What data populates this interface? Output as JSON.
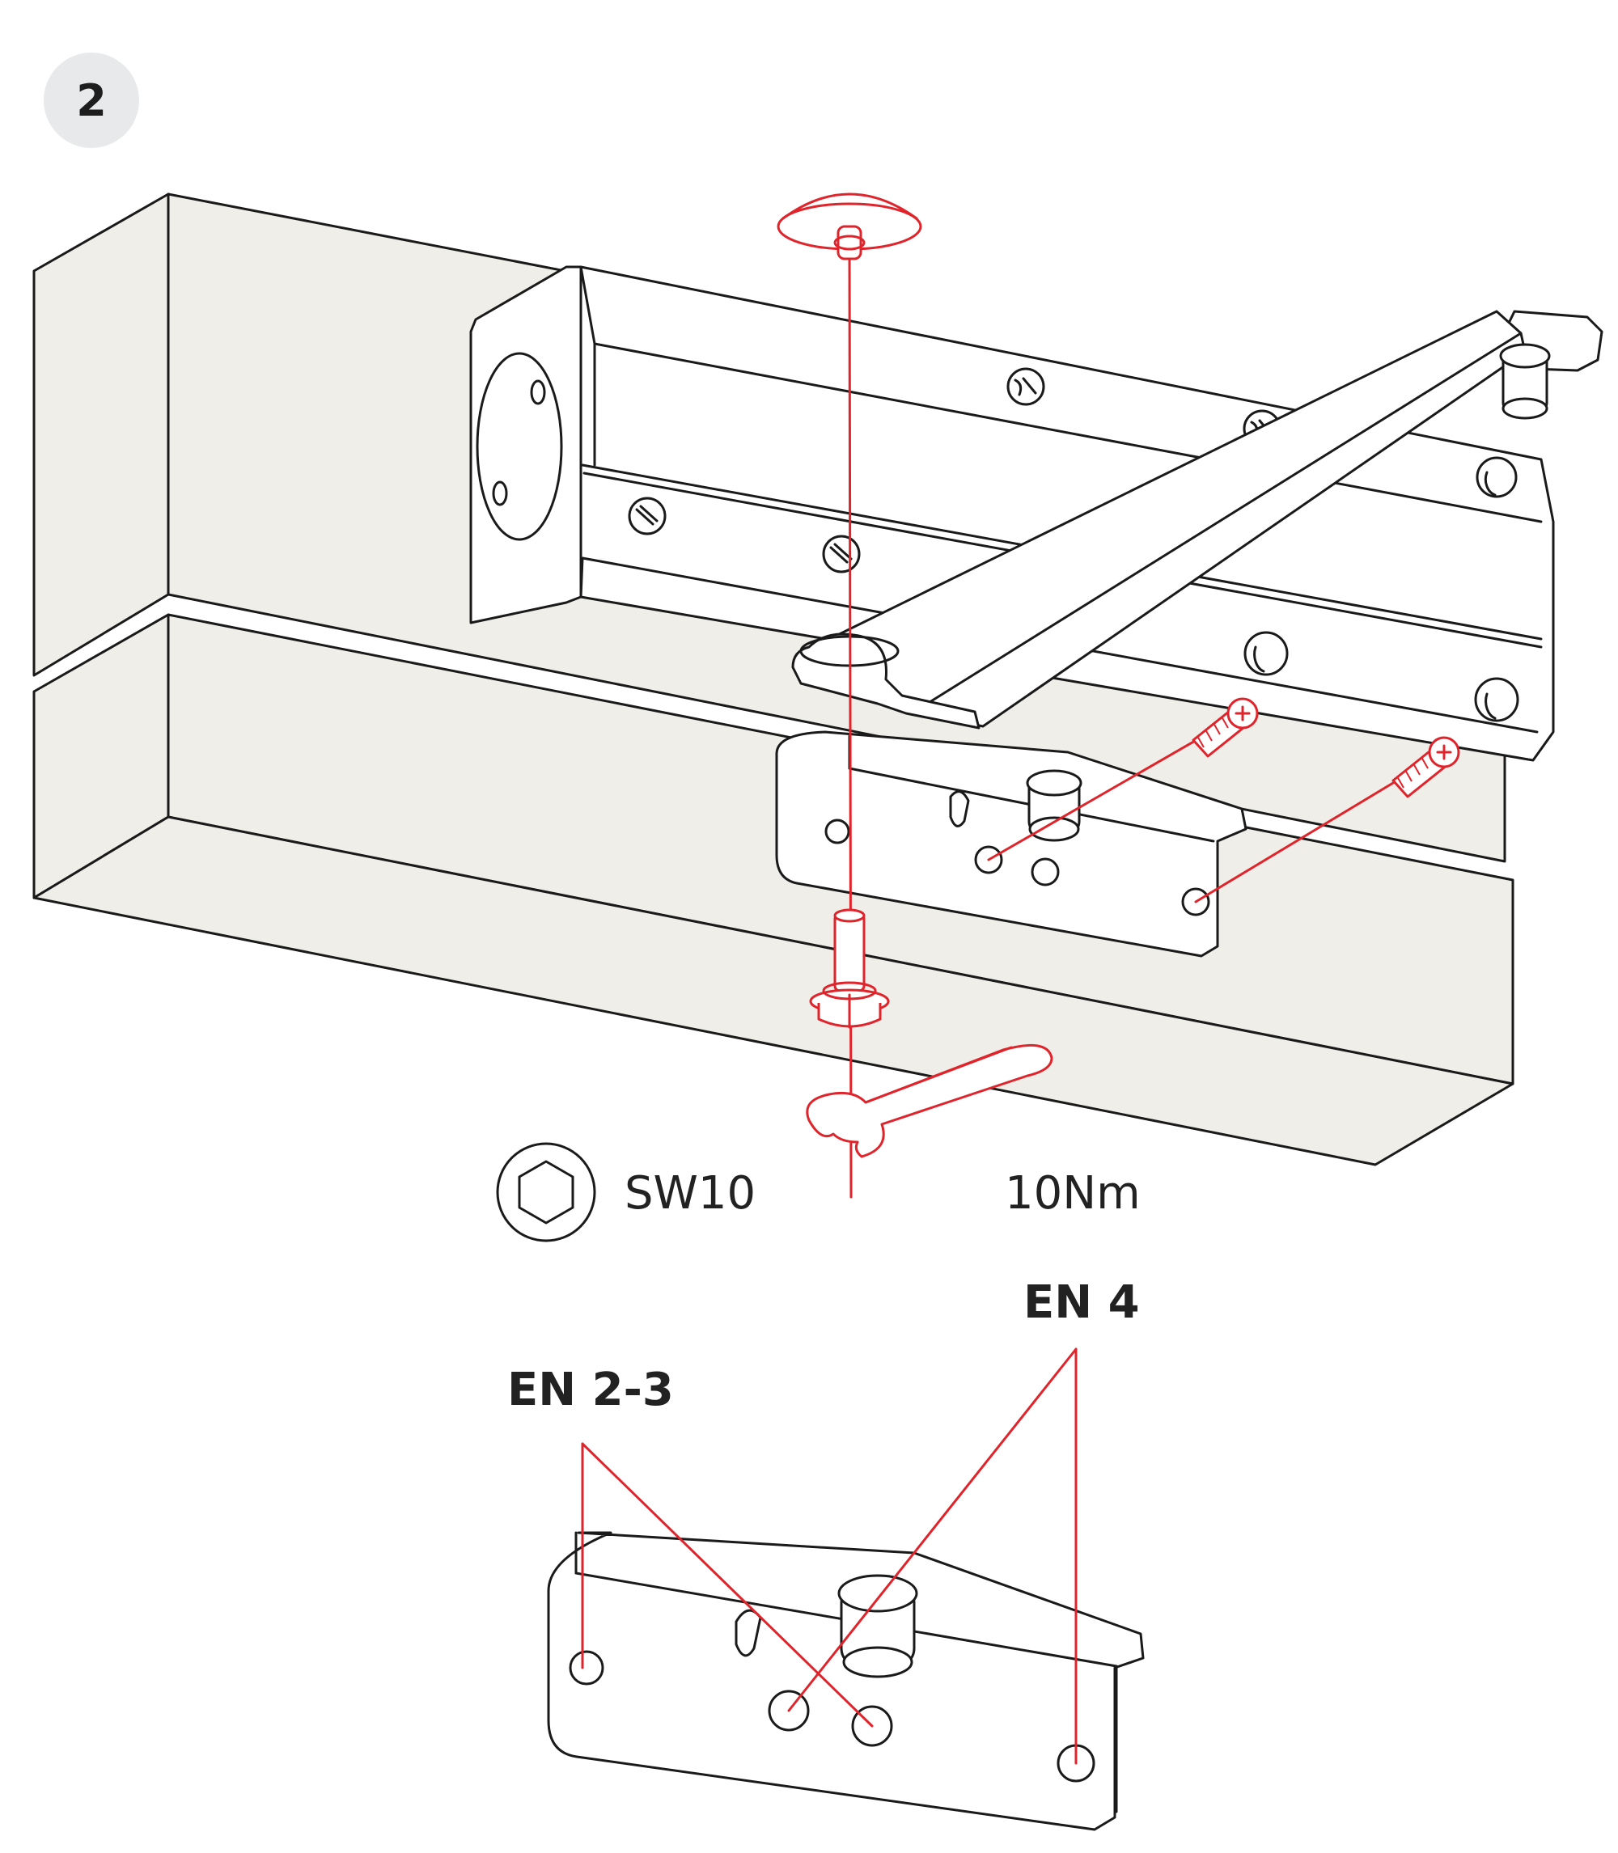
{
  "step": {
    "number": "2"
  },
  "labels": {
    "tool_size": "SW10",
    "torque": "10Nm",
    "en4": "EN 4",
    "en23": "EN 2-3"
  },
  "icons": {
    "tool_icon": "hex-socket-icon",
    "wrench": "wrench-icon",
    "screw": "phillips-screw-icon",
    "bolt": "hex-bolt-icon",
    "cap": "cap-icon"
  },
  "colors": {
    "accent": "#e0242b",
    "line": "#1a1a1a",
    "frame_fill": "#efeee8",
    "badge_bg": "#e8e9eb"
  }
}
